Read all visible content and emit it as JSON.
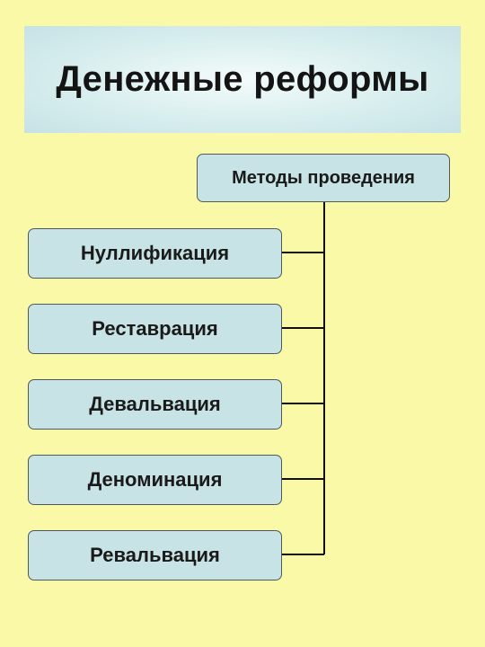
{
  "title": "Денежные реформы",
  "root": {
    "label": "Методы проведения"
  },
  "methods": [
    {
      "label": "Нуллификация"
    },
    {
      "label": "Реставрация"
    },
    {
      "label": "Девальвация"
    },
    {
      "label": "Деноминация"
    },
    {
      "label": "Ревальвация"
    }
  ],
  "colors": {
    "background": "#f9f9a8",
    "box_fill": "#c7e3e5",
    "box_border": "#4e5a5c",
    "connector": "#111111"
  }
}
